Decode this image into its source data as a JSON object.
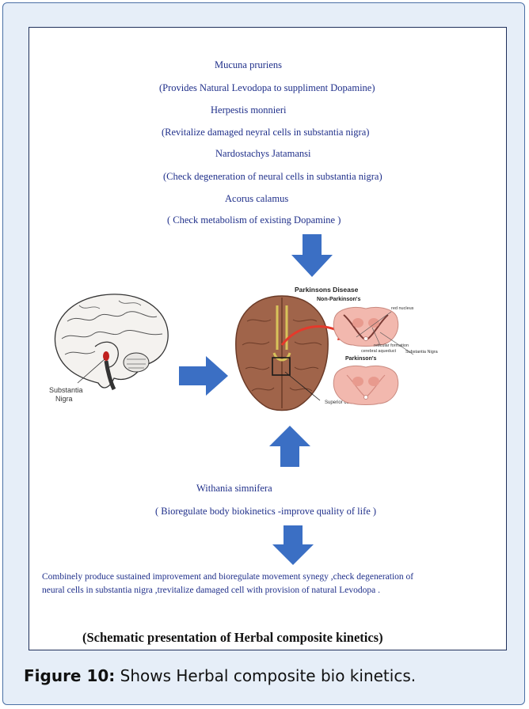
{
  "herbs": [
    {
      "name": "Mucuna pruriens",
      "effect": "(Provides Natural  Levodopa to suppliment Dopamine)"
    },
    {
      "name": "Herpestis  monnieri",
      "effect": "(Revitalize damaged  neyral cells in substantia  nigra)"
    },
    {
      "name": "Nardostachys  Jatamansi",
      "effect": "(Check degeneration   of neural cells in substantia  nigra)"
    },
    {
      "name": "Acorus calamus",
      "effect": "( Check metabolism of existing Dopamine )"
    }
  ],
  "brain_labels": {
    "substantia": "Substantia",
    "nigra": "Nigra",
    "pd_title": "Parkinsons Disease",
    "non_pd": "Non-Parkinson's",
    "pd": "Parkinson's",
    "red_nucleus": "red nucleus",
    "reticular": "reticular formation",
    "aqueduct": "cerebral aqueduct",
    "sn": "Substantia Nigra",
    "colliculus": "Superior colliculus"
  },
  "withania": {
    "name": "Withania  simnifera",
    "effect": "( Bioregulate  body biokinetics  -improve quality of life )"
  },
  "summary": {
    "line1": "Combinely produce sustained improvement and bioregulate movement synegy ,check degeneration  of",
    "line2": "neural cells in substantia  nigra ,trevitalize damaged  cell with provision of natural  Levodopa ."
  },
  "caption": "(Schematic presentation of Herbal composite kinetics)",
  "figure": {
    "label": "Figure 10:",
    "text": " Shows Herbal composite bio kinetics."
  },
  "colors": {
    "arrow": "#3b6fc4",
    "text": "#1f2f8a",
    "brain": "#a0644a",
    "frame": "#e6eef8"
  }
}
